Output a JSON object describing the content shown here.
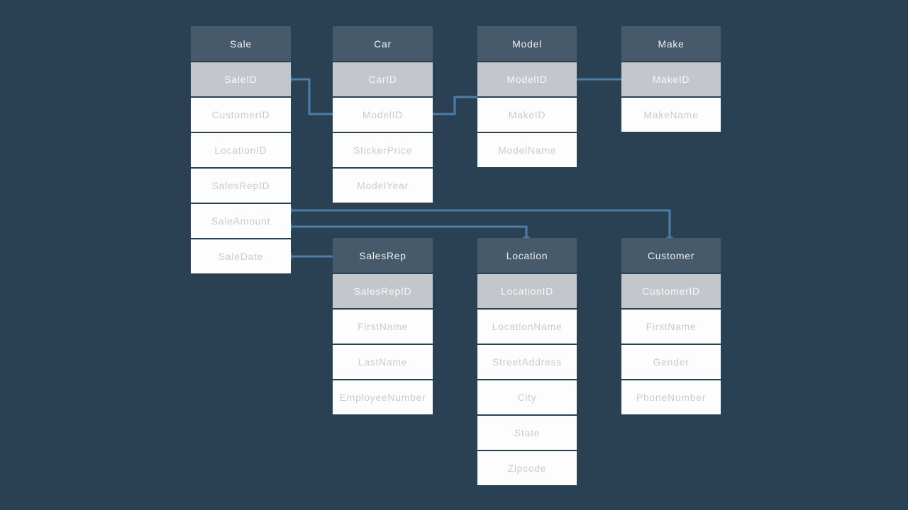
{
  "theme": {
    "background": "#2a4154",
    "table_header_bg": "#475a6b",
    "primary_key_bg": "#c3c6ca",
    "row_bg": "#fdfdfd",
    "header_text": "#eef1f3",
    "primary_key_text": "#f6f8f9",
    "row_text": "#c8ccd0",
    "connector_line": "#4e7da7"
  },
  "tables": [
    {
      "name": "Sale",
      "primary_key": "SaleID",
      "fields": [
        "CustomerID",
        "LocationID",
        "SalesRepID",
        "SaleAmount",
        "SaleDate"
      ]
    },
    {
      "name": "Car",
      "primary_key": "CarID",
      "fields": [
        "ModelID",
        "StickerPrice",
        "ModelYear"
      ]
    },
    {
      "name": "Model",
      "primary_key": "ModelID",
      "fields": [
        "MakeID",
        "ModelName"
      ]
    },
    {
      "name": "Make",
      "primary_key": "MakeID",
      "fields": [
        "MakeName"
      ]
    },
    {
      "name": "SalesRep",
      "primary_key": "SalesRepID",
      "fields": [
        "FirstName",
        "LastName",
        "EmployeeNumber"
      ]
    },
    {
      "name": "Location",
      "primary_key": "LocationID",
      "fields": [
        "LocationName",
        "StreetAddress",
        "City",
        "State",
        "Zipcode"
      ]
    },
    {
      "name": "Customer",
      "primary_key": "CustomerID",
      "fields": [
        "FirstName",
        "Gender",
        "PhoneNumber"
      ]
    }
  ],
  "relations": [
    {
      "from": "Sale.SaleID",
      "to": "Car.ModelID"
    },
    {
      "from": "Car.ModelID",
      "to": "Model.ModelID"
    },
    {
      "from": "Model.ModelID",
      "to": "Make.MakeID"
    },
    {
      "from": "Sale.SaleAmount",
      "to": "Customer"
    },
    {
      "from": "Sale.SaleAmount",
      "to": "Location"
    },
    {
      "from": "Sale.SaleDate",
      "to": "SalesRep"
    }
  ]
}
